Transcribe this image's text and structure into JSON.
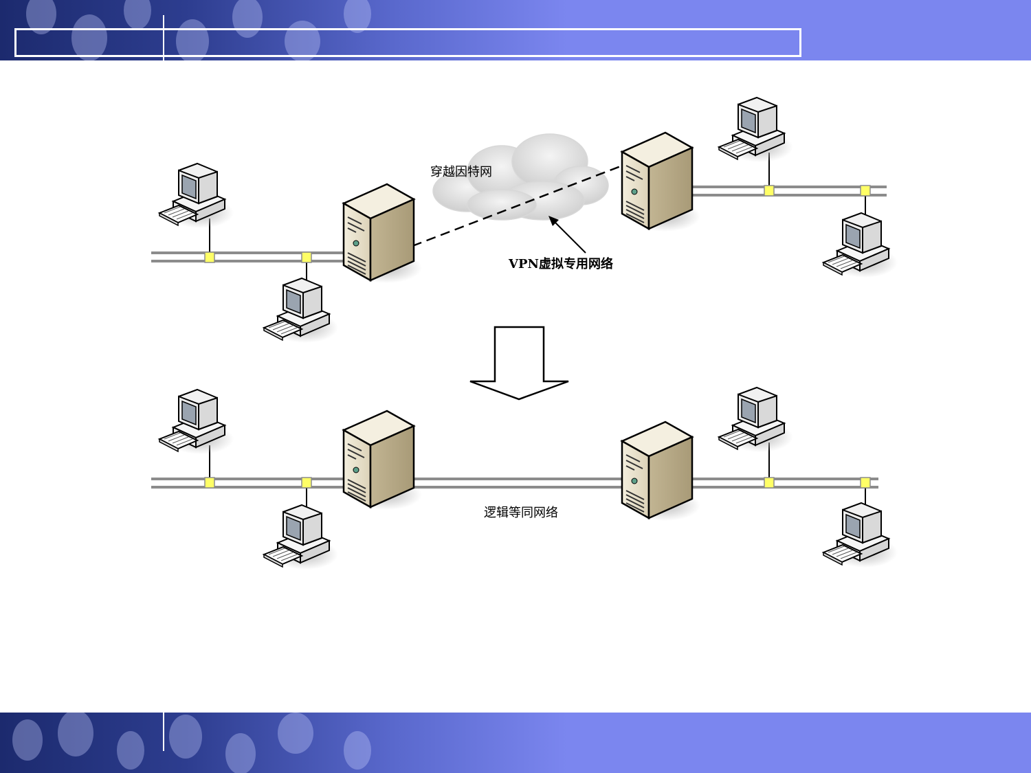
{
  "labels": {
    "internet": "穿越因特网",
    "vpn": "VPN虚拟专用网络",
    "logical": "逻辑等同网络"
  },
  "colors": {
    "banner": "#7b86ef",
    "banner_dark": "#1c2a6e",
    "connector": "#ffff66",
    "server_body": "#e9e1cc",
    "cable": "#8c8c8c"
  }
}
